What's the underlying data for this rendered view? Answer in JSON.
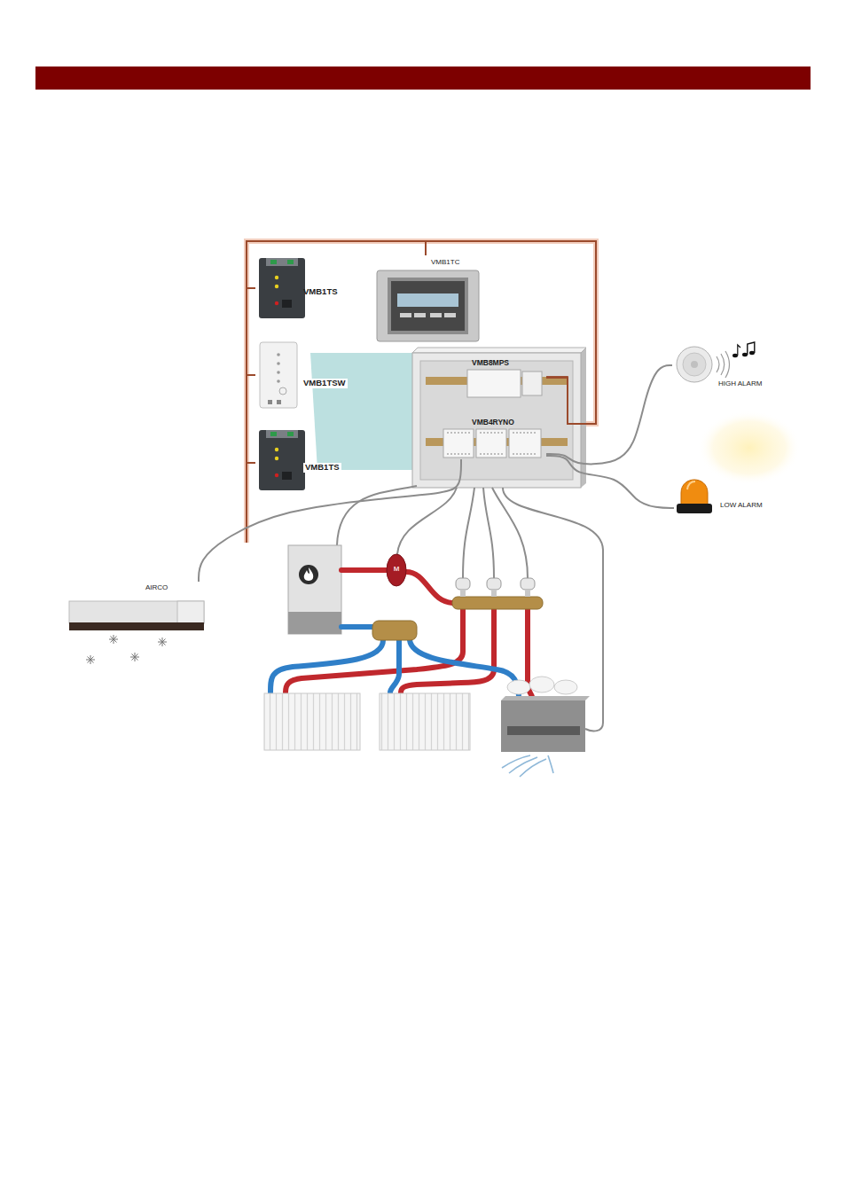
{
  "diagram": {
    "nodes": [
      {
        "text": [
          "VMB1TS"
        ]
      },
      {
        "text": [
          "VMB1TC"
        ]
      },
      {
        "text": [
          "VMB1TSW"
        ]
      },
      {
        "text": [
          "VMB1TS"
        ]
      },
      {
        "text": [
          "VMB8MPS"
        ]
      },
      {
        "text": [
          "VMB4RYNO"
        ]
      },
      {
        "text": [
          "HIGH ALARM"
        ]
      },
      {
        "text": [
          "LOW ALARM"
        ]
      },
      {
        "text": [
          "AIRCO"
        ]
      }
    ],
    "edges": [
      {
        "from": 0,
        "to": 4,
        "arrow": "none"
      },
      {
        "from": 1,
        "to": 4,
        "arrow": "none"
      },
      {
        "from": 2,
        "to": 4,
        "arrow": "none"
      },
      {
        "from": 3,
        "to": 4,
        "arrow": "none"
      },
      {
        "from": 5,
        "to": 6,
        "arrow": "none"
      },
      {
        "from": 5,
        "to": 7,
        "arrow": "none"
      },
      {
        "from": 5,
        "to": 8,
        "arrow": "none"
      }
    ],
    "labels": [
      "M"
    ]
  }
}
